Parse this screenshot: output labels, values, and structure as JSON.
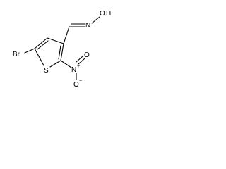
{
  "molecule": {
    "atoms": {
      "bromine": "Br",
      "sulfur": "S",
      "nitro_nitrogen": "N",
      "nitro_charge_plus": "+",
      "nitro_oxygen_top": "O",
      "nitro_oxygen_bottom": "O",
      "nitro_charge_minus": "−",
      "oxime_nitrogen": "N",
      "oxime_oxygen": "O",
      "oxime_hydrogen": "H"
    }
  }
}
